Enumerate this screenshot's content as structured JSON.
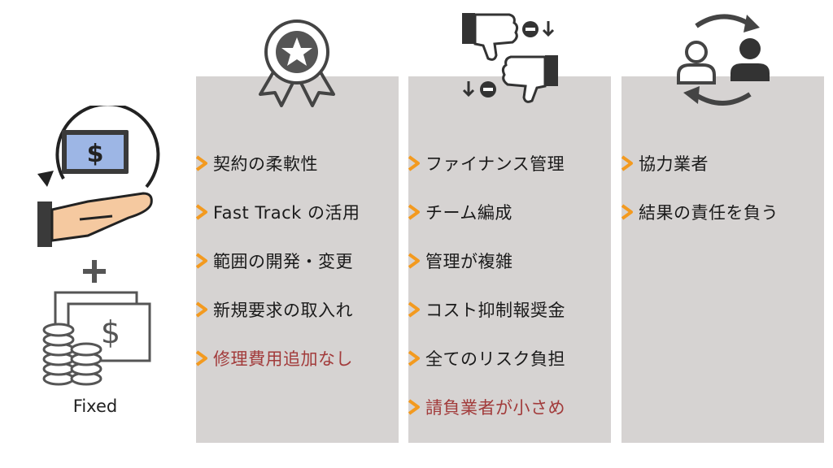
{
  "left_caption": "Fixed",
  "icons": {
    "left_top": "money-cycle-hand-icon",
    "plus": "plus-icon",
    "left_bottom": "coins-and-banknote-icon",
    "col1": "award-ribbon-icon",
    "col2": "thumbs-down-icon",
    "col3": "people-exchange-icon",
    "bullet": "chevron-right-icon"
  },
  "colors": {
    "panel": "#d6d3d2",
    "chevron": "#f39a1f",
    "highlight": "#a23b3b",
    "icon": "#444444"
  },
  "columns": [
    {
      "items": [
        {
          "text": "契約の柔軟性",
          "highlight": false
        },
        {
          "text": "Fast Track の活用",
          "highlight": false
        },
        {
          "text": "範囲の開発・変更",
          "highlight": false
        },
        {
          "text": "新規要求の取入れ",
          "highlight": false
        },
        {
          "text": "修理費用追加なし",
          "highlight": true
        }
      ]
    },
    {
      "items": [
        {
          "text": "ファイナンス管理",
          "highlight": false
        },
        {
          "text": "チーム編成",
          "highlight": false
        },
        {
          "text": "管理が複雑",
          "highlight": false
        },
        {
          "text": "コスト抑制報奨金",
          "highlight": false
        },
        {
          "text": "全てのリスク負担",
          "highlight": false
        },
        {
          "text": "請負業者が小さめ",
          "highlight": true
        }
      ]
    },
    {
      "items": [
        {
          "text": "協力業者",
          "highlight": false
        },
        {
          "text": "結果の責任を負う",
          "highlight": false
        }
      ]
    }
  ]
}
